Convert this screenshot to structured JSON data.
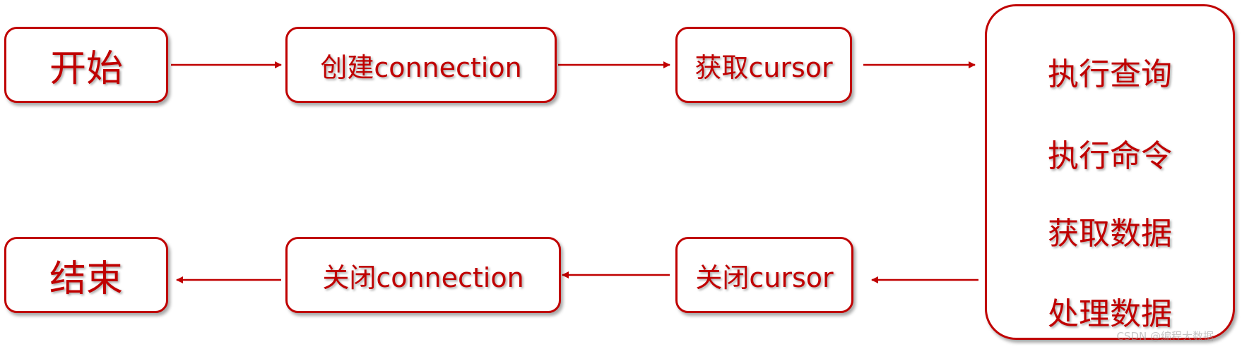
{
  "nodes": {
    "start": "开始",
    "create_connection": "创建connection",
    "get_cursor": "获取cursor",
    "close_cursor": "关闭cursor",
    "close_connection": "关闭connection",
    "end": "结束"
  },
  "operations": [
    "执行查询",
    "执行命令",
    "获取数据",
    "处理数据"
  ],
  "watermark": "CSDN @编程大数据",
  "colors": {
    "accent": "#c00000",
    "background": "#ffffff"
  }
}
